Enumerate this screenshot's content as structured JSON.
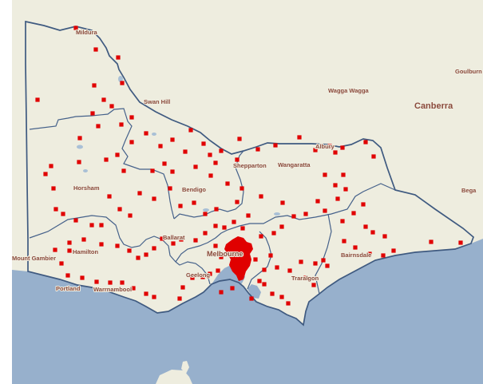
{
  "map": {
    "colors": {
      "sea": "#97b0cc",
      "land": "#eeeddf",
      "state_border": "#3f5a80",
      "region_border": "#45618a",
      "lakes": "#a9c0d6",
      "marker": "#e00000",
      "label": "#8a4a3c"
    },
    "place_labels": [
      {
        "id": "mildura",
        "text": "Mildura"
      },
      {
        "id": "swan-hill",
        "text": "Swan Hill"
      },
      {
        "id": "wagga-wagga",
        "text": "Wagga Wagga"
      },
      {
        "id": "goulburn",
        "text": "Goulburn"
      },
      {
        "id": "canberra",
        "text": "Canberra"
      },
      {
        "id": "albury",
        "text": "Albury"
      },
      {
        "id": "shepparton",
        "text": "Shepparton"
      },
      {
        "id": "wangaratta",
        "text": "Wangaratta"
      },
      {
        "id": "horsham",
        "text": "Horsham"
      },
      {
        "id": "bendigo",
        "text": "Bendigo"
      },
      {
        "id": "bega",
        "text": "Bega"
      },
      {
        "id": "ballarat",
        "text": "Ballarat"
      },
      {
        "id": "melbourne",
        "text": "Melbourne"
      },
      {
        "id": "mount-gambier",
        "text": "Mount Gambier"
      },
      {
        "id": "hamilton",
        "text": "Hamilton"
      },
      {
        "id": "geelong",
        "text": "Geelong"
      },
      {
        "id": "bairnsdale",
        "text": "Bairnsdale"
      },
      {
        "id": "traralgon",
        "text": "Traralgon"
      },
      {
        "id": "portland",
        "text": "Portland"
      },
      {
        "id": "warrnambool",
        "text": "Warrnambool"
      }
    ]
  }
}
